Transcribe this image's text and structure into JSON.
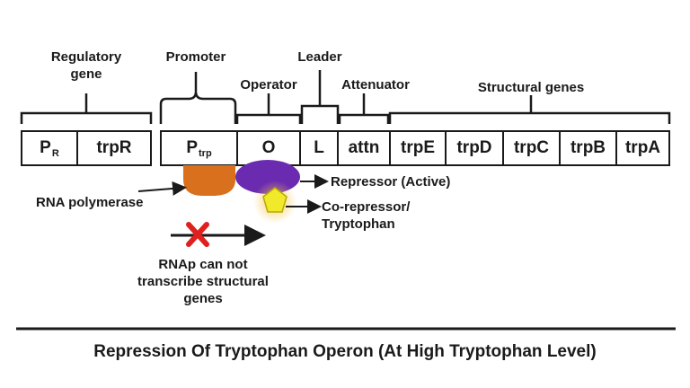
{
  "colors": {
    "line": "#1a1a1a",
    "rna_polymerase": "#d9701e",
    "repressor": "#6a2bb0",
    "corepressor": "#f1ea2a",
    "cross": "#e0201f"
  },
  "headers": {
    "regulatory_gene": [
      "Regulatory",
      "gene"
    ],
    "promoter": "Promoter",
    "operator": "Operator",
    "leader": "Leader",
    "attenuator": "Attenuator",
    "structural_genes": "Structural genes"
  },
  "segments": {
    "pr": {
      "main": "P",
      "sub": "R"
    },
    "trpR": "trpR",
    "ptrp": {
      "main": "P",
      "sub": "trp"
    },
    "O": "O",
    "L": "L",
    "attn": "attn",
    "trpE": "trpE",
    "trpD": "trpD",
    "trpC": "trpC",
    "trpB": "trpB",
    "trpA": "trpA"
  },
  "labels": {
    "rna_polymerase": "RNA polymerase",
    "repressor": "Repressor (Active)",
    "corepressor": [
      "Co-repressor/",
      "Tryptophan"
    ],
    "blocked": [
      "RNAp can not",
      "transcribe structural",
      "genes"
    ]
  },
  "caption": "Repression Of Tryptophan Operon (At High Tryptophan Level)"
}
